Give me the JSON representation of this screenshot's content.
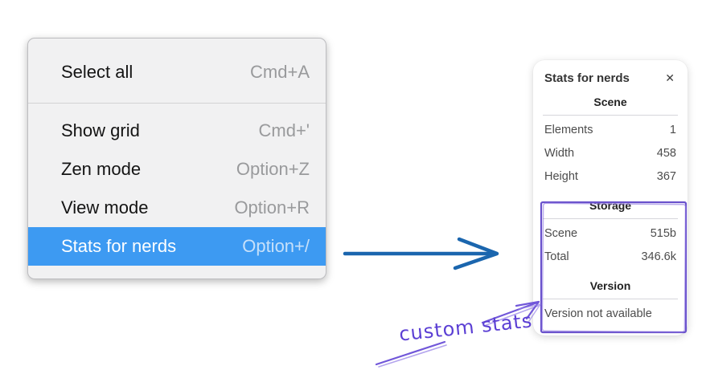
{
  "menu": {
    "items": [
      {
        "label": "Select all",
        "shortcut": "Cmd+A",
        "highlighted": false
      },
      {
        "label": "Show grid",
        "shortcut": "Cmd+'",
        "highlighted": false
      },
      {
        "label": "Zen mode",
        "shortcut": "Option+Z",
        "highlighted": false
      },
      {
        "label": "View mode",
        "shortcut": "Option+R",
        "highlighted": false
      },
      {
        "label": "Stats for nerds",
        "shortcut": "Option+/",
        "highlighted": true
      }
    ]
  },
  "stats_panel": {
    "title": "Stats for nerds",
    "close_icon": "✕",
    "sections": [
      {
        "header": "Scene",
        "rows": [
          [
            "Elements",
            "1"
          ],
          [
            "Width",
            "458"
          ],
          [
            "Height",
            "367"
          ]
        ]
      },
      {
        "header": "Storage",
        "rows": [
          [
            "Scene",
            "515b"
          ],
          [
            "Total",
            "346.6k"
          ]
        ]
      },
      {
        "header": "Version",
        "rows": [],
        "note": "Version not available"
      }
    ]
  },
  "annotations": {
    "custom_stats_label": "custom stats"
  },
  "colors": {
    "menu_background": "#f1f1f2",
    "menu_highlight": "#3d9af2",
    "menu_shortcut_gray": "#999a9c",
    "flow_arrow_blue": "#1b66ae",
    "annotation_purple": "#6a4fd0",
    "panel_background": "#ffffff"
  }
}
